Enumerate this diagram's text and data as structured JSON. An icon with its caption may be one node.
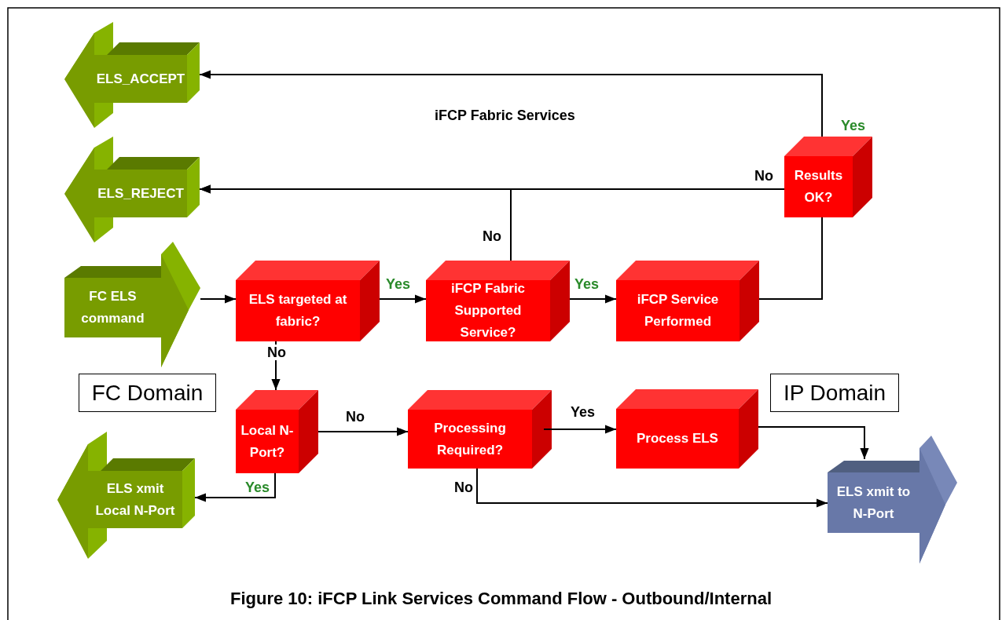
{
  "diagram": {
    "caption": "Figure 10: iFCP Link Services Command Flow - Outbound/Internal",
    "nodes": [
      {
        "text": [
          "ELS_ACCEPT"
        ]
      },
      {
        "text": [
          "ELS_REJECT"
        ]
      },
      {
        "text": [
          "FC ELS command"
        ]
      },
      {
        "text": [
          "ELS targeted at fabric?"
        ]
      },
      {
        "text": [
          "iFCP Fabric Supported Service?"
        ]
      },
      {
        "text": [
          "iFCP Service Performed"
        ]
      },
      {
        "text": [
          "Results OK?"
        ]
      },
      {
        "text": [
          "Local N-Port?"
        ]
      },
      {
        "text": [
          "Processing Required?"
        ]
      },
      {
        "text": [
          "Process ELS"
        ]
      },
      {
        "text": [
          "ELS xmit Local N-Port"
        ]
      },
      {
        "text": [
          "ELS xmit to N-Port"
        ]
      },
      {
        "text": [
          "FC Domain"
        ]
      },
      {
        "text": [
          "IP Domain"
        ]
      }
    ],
    "edges": [
      {
        "from": 2,
        "to": 3,
        "arrow": "to"
      },
      {
        "from": 3,
        "to": 4,
        "arrow": "to",
        "label": "Yes"
      },
      {
        "from": 4,
        "to": 5,
        "arrow": "to",
        "label": "Yes"
      },
      {
        "from": 4,
        "to": 1,
        "arrow": "to",
        "label": "No"
      },
      {
        "from": 5,
        "to": 6,
        "arrow": "none"
      },
      {
        "from": 6,
        "to": 0,
        "arrow": "to",
        "label": "Yes"
      },
      {
        "from": 6,
        "to": 1,
        "arrow": "to",
        "label": "No"
      },
      {
        "from": 3,
        "to": 7,
        "arrow": "to",
        "label": "No"
      },
      {
        "from": 7,
        "to": 8,
        "arrow": "to",
        "label": "No"
      },
      {
        "from": 7,
        "to": 10,
        "arrow": "to",
        "label": "Yes"
      },
      {
        "from": 8,
        "to": 9,
        "arrow": "to",
        "label": "Yes"
      },
      {
        "from": 8,
        "to": 11,
        "arrow": "to",
        "label": "No"
      },
      {
        "from": 9,
        "to": 11,
        "arrow": "to"
      }
    ],
    "labels": [
      "iFCP Fabric Services"
    ]
  }
}
